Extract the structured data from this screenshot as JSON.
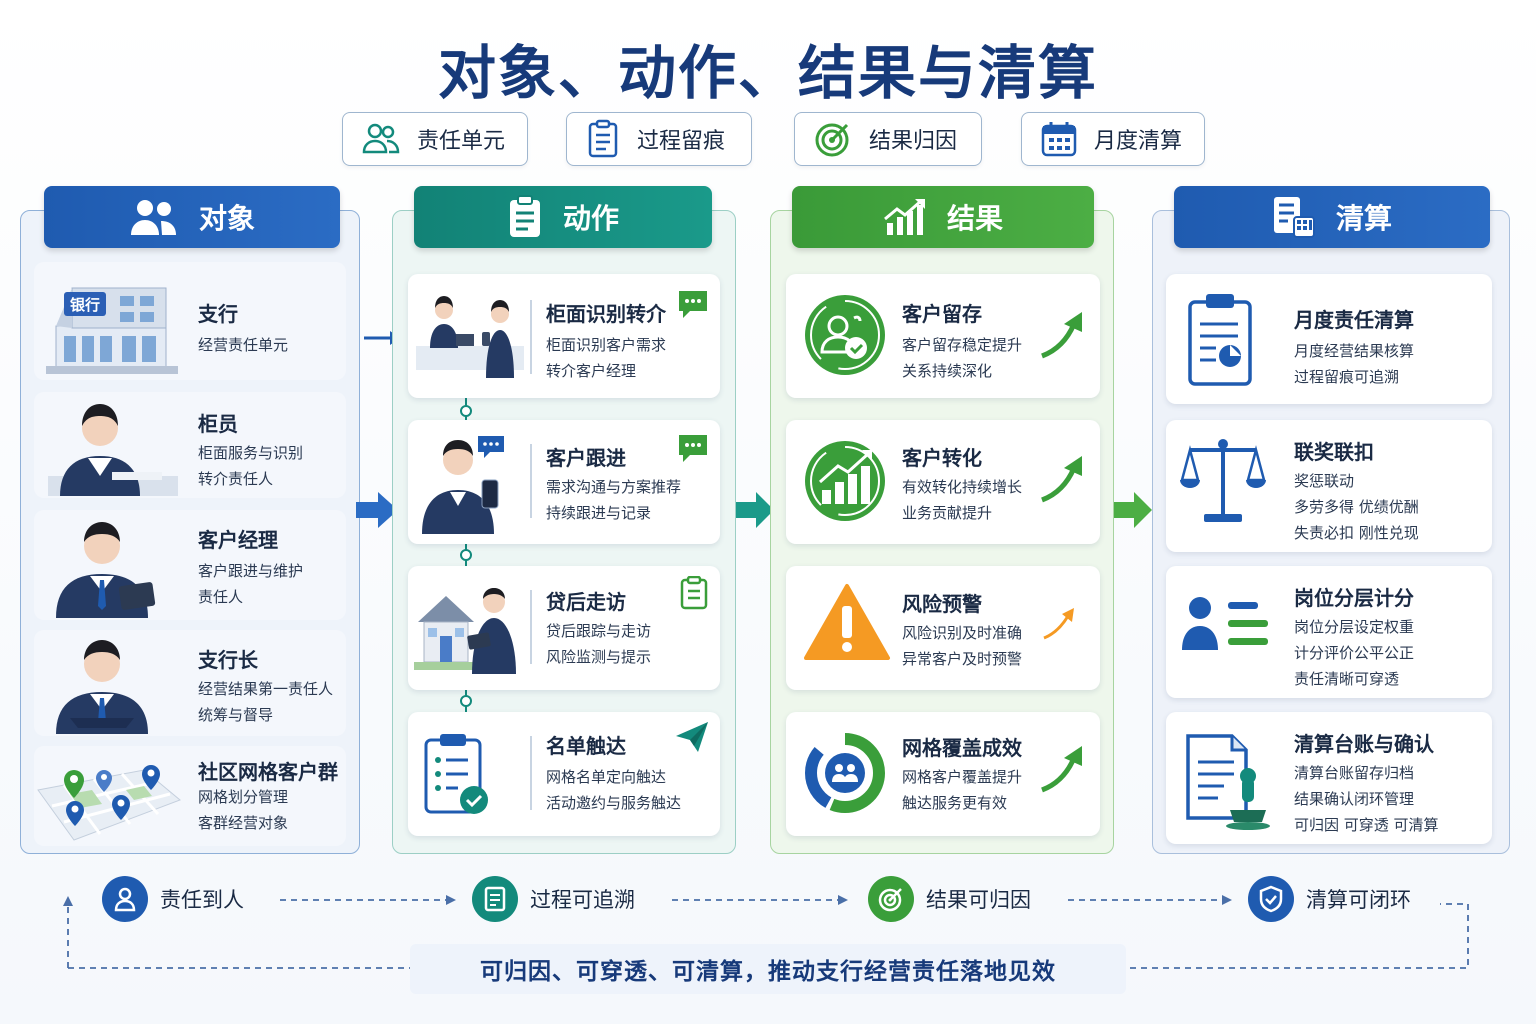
{
  "title": "对象、动作、结果与清算",
  "pills": [
    {
      "label": "责任单元",
      "icon": "people-icon"
    },
    {
      "label": "过程留痕",
      "icon": "clipboard-icon"
    },
    {
      "label": "结果归因",
      "icon": "target-icon"
    },
    {
      "label": "月度清算",
      "icon": "calendar-icon"
    }
  ],
  "columns": {
    "object": {
      "title": "对象",
      "items": [
        {
          "title": "支行",
          "lines": [
            "经营责任单元"
          ]
        },
        {
          "title": "柜员",
          "lines": [
            "柜面服务与识别",
            "转介责任人"
          ]
        },
        {
          "title": "客户经理",
          "lines": [
            "客户跟进与维护",
            "责任人"
          ]
        },
        {
          "title": "支行长",
          "lines": [
            "经营结果第一责任人",
            "统筹与督导"
          ]
        },
        {
          "title": "社区网格客户群",
          "lines": [
            "网格划分管理",
            "客群经营对象"
          ]
        }
      ],
      "bank_sign": "银行"
    },
    "action": {
      "title": "动作",
      "items": [
        {
          "title": "柜面识别转介",
          "lines": [
            "柜面识别客户需求",
            "转介客户经理"
          ]
        },
        {
          "title": "客户跟进",
          "lines": [
            "需求沟通与方案推荐",
            "持续跟进与记录"
          ]
        },
        {
          "title": "贷后走访",
          "lines": [
            "贷后跟踪与走访",
            "风险监测与提示"
          ]
        },
        {
          "title": "名单触达",
          "lines": [
            "网格名单定向触达",
            "活动邀约与服务触达"
          ]
        }
      ]
    },
    "result": {
      "title": "结果",
      "items": [
        {
          "title": "客户留存",
          "lines": [
            "客户留存稳定提升",
            "关系持续深化"
          ]
        },
        {
          "title": "客户转化",
          "lines": [
            "有效转化持续增长",
            "业务贡献提升"
          ]
        },
        {
          "title": "风险预警",
          "lines": [
            "风险识别及时准确",
            "异常客户及时预警"
          ]
        },
        {
          "title": "网格覆盖成效",
          "lines": [
            "网格客户覆盖提升",
            "触达服务更有效"
          ]
        }
      ]
    },
    "settle": {
      "title": "清算",
      "items": [
        {
          "title": "月度责任清算",
          "lines": [
            "月度经营结果核算",
            "过程留痕可追溯"
          ]
        },
        {
          "title": "联奖联扣",
          "lines": [
            "奖惩联动",
            "多劳多得  优绩优酬",
            "失责必扣  刚性兑现"
          ]
        },
        {
          "title": "岗位分层计分",
          "lines": [
            "岗位分层设定权重",
            "计分评价公平公正",
            "责任清晰可穿透"
          ]
        },
        {
          "title": "清算台账与确认",
          "lines": [
            "清算台账留存归档",
            "结果确认闭环管理",
            "可归因  可穿透  可清算"
          ]
        }
      ]
    }
  },
  "bottom": [
    {
      "label": "责任到人",
      "icon": "person-icon"
    },
    {
      "label": "过程可追溯",
      "icon": "document-icon"
    },
    {
      "label": "结果可归因",
      "icon": "target-icon"
    },
    {
      "label": "清算可闭环",
      "icon": "shield-icon"
    }
  ],
  "banner": "可归因、可穿透、可清算，推动支行经营责任落地见效",
  "colors": {
    "blue": "#1f5bb0",
    "teal": "#138a7c",
    "green": "#3a9e3a",
    "navy": "#173a7a",
    "orange": "#f59a23"
  }
}
